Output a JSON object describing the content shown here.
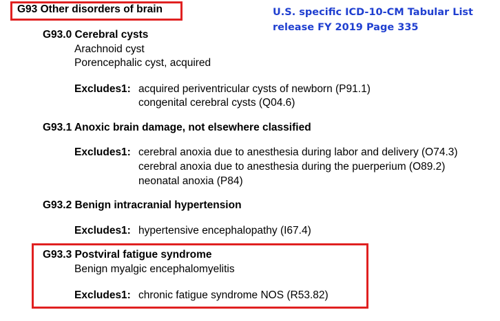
{
  "header": {
    "title": "G93 Other disorders of brain",
    "source_line1": "U.S. specific ICD-10-CM Tabular List",
    "source_line2": "release FY 2019 Page 335",
    "highlight_color": "#e02020",
    "source_color": "#1f3fd0"
  },
  "excludes_label": "Excludes1:",
  "entries": [
    {
      "heading": "G93.0 Cerebral cysts",
      "inclusions": [
        "Arachnoid cyst",
        "Porencephalic cyst, acquired"
      ],
      "excludes": [
        "acquired periventricular cysts of newborn (P91.1)",
        "congenital cerebral cysts (Q04.6)"
      ]
    },
    {
      "heading": "G93.1 Anoxic brain damage, not elsewhere classified",
      "excludes": [
        "cerebral anoxia due to anesthesia during labor and delivery (O74.3)",
        "cerebral anoxia due to anesthesia during the puerperium (O89.2)",
        "neonatal anoxia (P84)"
      ]
    },
    {
      "heading": "G93.2 Benign intracranial hypertension",
      "excludes": [
        "hypertensive encephalopathy (I67.4)"
      ]
    },
    {
      "heading": "G93.3 Postviral fatigue syndrome",
      "inclusions": [
        "Benign myalgic encephalomyelitis"
      ],
      "excludes": [
        "chronic fatigue syndrome NOS (R53.82)"
      ]
    }
  ]
}
